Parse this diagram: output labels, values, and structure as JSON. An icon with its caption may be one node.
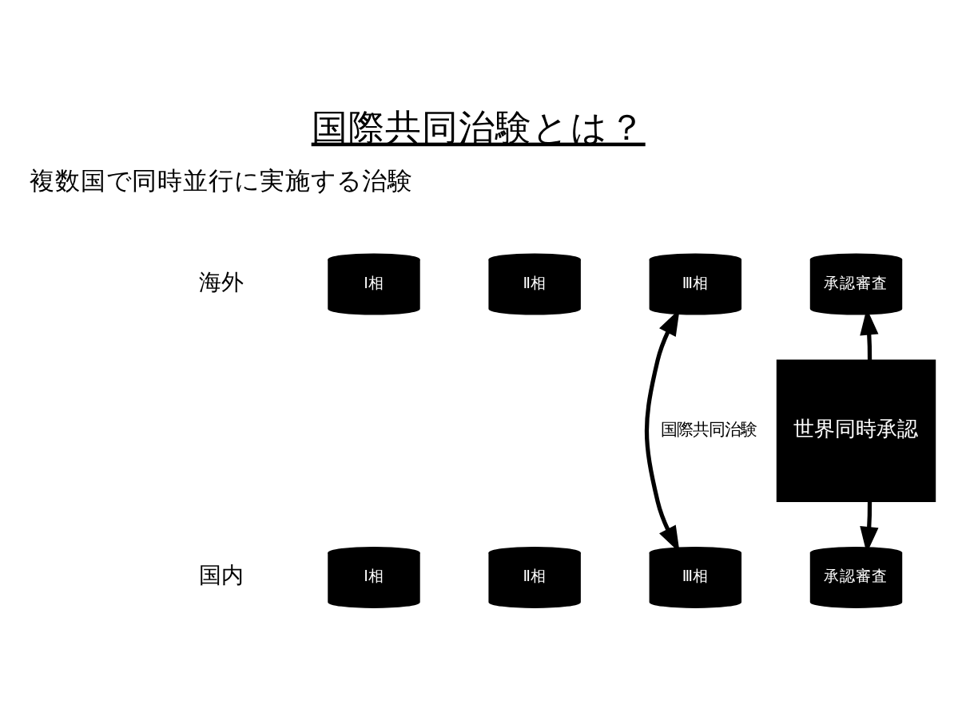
{
  "diagram": {
    "title": "国際共同治験とは？",
    "nodes": [
      {
        "text": [
          "Ⅰ相"
        ]
      },
      {
        "text": [
          "Ⅱ相"
        ]
      },
      {
        "text": [
          "Ⅲ相"
        ]
      },
      {
        "text": [
          "Ⅰ相"
        ]
      },
      {
        "text": [
          "Ⅱ相"
        ]
      },
      {
        "text": [
          "Ⅲ相"
        ]
      },
      {
        "text": [
          "承認審査"
        ]
      },
      {
        "text": [
          "承認審査"
        ]
      },
      {
        "text": [
          "世界同時承認"
        ]
      }
    ],
    "edges": [
      {
        "from": 2,
        "to": 5,
        "arrow": "both",
        "label": "国際共同治験"
      },
      {
        "from": 8,
        "to": 6,
        "arrow": "to"
      },
      {
        "from": 8,
        "to": 7,
        "arrow": "to"
      }
    ],
    "labels": [
      "複数国で同時並行に実施する治験",
      "海外",
      "国内"
    ]
  }
}
